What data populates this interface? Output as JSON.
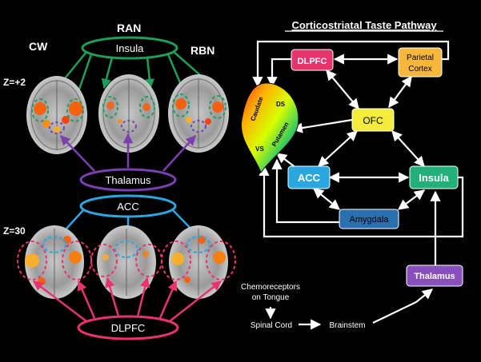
{
  "left_panel": {
    "group_labels": {
      "cw": "CW",
      "ran": "RAN",
      "rbn": "RBN"
    },
    "slice_labels": {
      "upper": "Z=+2",
      "lower": "Z=30"
    },
    "region_labels": {
      "insula": "Insula",
      "thalamus": "Thalamus",
      "acc": "ACC",
      "dlpfc": "DLPFC"
    },
    "colors": {
      "insula": "#1f9e5a",
      "thalamus": "#7b3fb0",
      "acc": "#2aa7e0",
      "dlpfc": "#e8336e",
      "activation_hot": "#ff5a00",
      "activation_warm": "#ffb020"
    }
  },
  "right_panel": {
    "title": "Corticostriatal Taste Pathway",
    "nodes": {
      "dlpfc": {
        "label": "DLPFC",
        "color": "#e8336e"
      },
      "parietal": {
        "label_line1": "Parietal",
        "label_line2": "Cortex",
        "color": "#f6b73c"
      },
      "ofc": {
        "label": "OFC",
        "color": "#f4ec3c"
      },
      "acc": {
        "label": "ACC",
        "color": "#2aa7e0"
      },
      "insula": {
        "label": "Insula",
        "color": "#22b07a"
      },
      "amygdala": {
        "label": "Amygdala",
        "color": "#2a6fb0"
      },
      "thalamus": {
        "label": "Thalamus",
        "color": "#8a4fbf"
      }
    },
    "striatum": {
      "caudate": "Caudate",
      "ds": "DS",
      "putamen": "Putamen",
      "vs": "VS"
    },
    "input_chain": {
      "chemoreceptors_line1": "Chemoreceptors",
      "chemoreceptors_line2": "on Tongue",
      "spinal_cord": "Spinal Cord",
      "brainstem": "Brainstem"
    }
  }
}
